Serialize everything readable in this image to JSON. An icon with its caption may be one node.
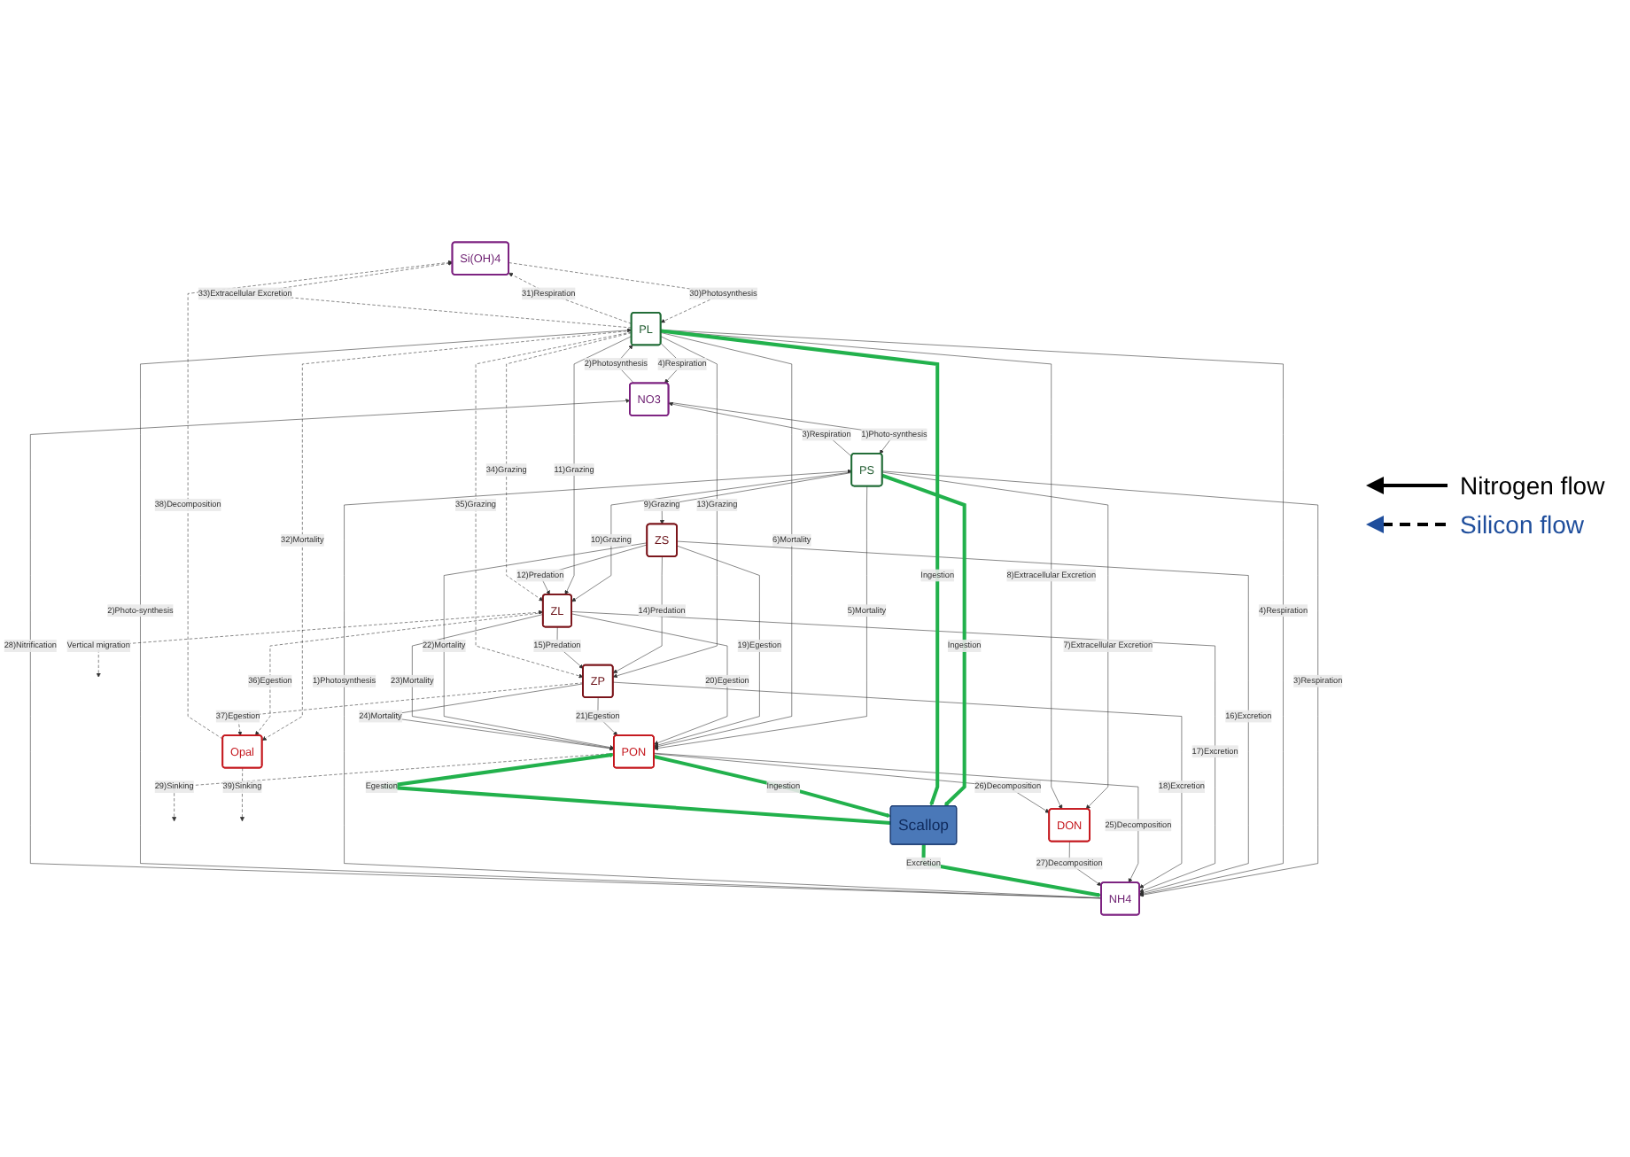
{
  "diagram": {
    "nodes": [
      {
        "text": [
          "Si(OH)4"
        ]
      },
      {
        "text": [
          "Opal"
        ]
      },
      {
        "text": [
          "ZP"
        ]
      },
      {
        "text": [
          "NO3"
        ]
      },
      {
        "text": [
          "PL"
        ]
      },
      {
        "text": [
          "ZL"
        ]
      },
      {
        "text": [
          "NH4"
        ]
      },
      {
        "text": [
          "PS"
        ]
      },
      {
        "text": [
          "ZS"
        ]
      },
      {
        "text": [
          "DON"
        ]
      },
      {
        "text": [
          "PON"
        ]
      },
      {
        "text": [
          "Scallop"
        ]
      }
    ],
    "edges": [
      {
        "from": 6,
        "to": 7,
        "arrow": "to",
        "label": "1)Photosynthesis"
      },
      {
        "from": 3,
        "to": 7,
        "arrow": "to",
        "label": "1)Photo-synthesis"
      },
      {
        "from": 3,
        "to": 4,
        "arrow": "to",
        "label": "2)Photosynthesis"
      },
      {
        "from": 6,
        "to": 4,
        "arrow": "to",
        "label": "2)Photo-synthesis"
      },
      {
        "from": 7,
        "to": 6,
        "arrow": "to",
        "label": "3)Respiration"
      },
      {
        "from": 7,
        "to": 3,
        "arrow": "to",
        "label": "3)Respiration"
      },
      {
        "from": 4,
        "to": 3,
        "arrow": "to",
        "label": "4)Respiration"
      },
      {
        "from": 4,
        "to": 6,
        "arrow": "to",
        "label": "4)Respiration"
      },
      {
        "from": 7,
        "to": 10,
        "arrow": "to",
        "label": "5)Mortality"
      },
      {
        "from": 4,
        "to": 10,
        "arrow": "to",
        "label": "6)Mortality"
      },
      {
        "from": 7,
        "to": 9,
        "arrow": "to",
        "label": "7)Extracellular Excretion"
      },
      {
        "from": 4,
        "to": 9,
        "arrow": "to",
        "label": "8)Extracellular Excretion"
      },
      {
        "from": 7,
        "to": 8,
        "arrow": "to",
        "label": "9)Grazing"
      },
      {
        "from": 7,
        "to": 5,
        "arrow": "to",
        "label": "10)Grazing"
      },
      {
        "from": 4,
        "to": 5,
        "arrow": "to",
        "label": "11)Grazing"
      },
      {
        "from": 8,
        "to": 5,
        "arrow": "to",
        "label": "12)Predation"
      },
      {
        "from": 4,
        "to": 2,
        "arrow": "to",
        "label": "13)Grazing"
      },
      {
        "from": 8,
        "to": 2,
        "arrow": "to",
        "label": "14)Predation"
      },
      {
        "from": 5,
        "to": 2,
        "arrow": "to",
        "label": "15)Predation"
      },
      {
        "from": 8,
        "to": 6,
        "arrow": "to",
        "label": "16)Excretion"
      },
      {
        "from": 5,
        "to": 6,
        "arrow": "to",
        "label": "17)Excretion"
      },
      {
        "from": 2,
        "to": 6,
        "arrow": "to",
        "label": "18)Excretion"
      },
      {
        "from": 8,
        "to": 10,
        "arrow": "to",
        "label": "19)Egestion"
      },
      {
        "from": 5,
        "to": 10,
        "arrow": "to",
        "label": "20)Egestion"
      },
      {
        "from": 2,
        "to": 10,
        "arrow": "to",
        "label": "21)Egestion"
      },
      {
        "from": 8,
        "to": 10,
        "arrow": "to",
        "label": "22)Mortality"
      },
      {
        "from": 5,
        "to": 10,
        "arrow": "to",
        "label": "23)Mortality"
      },
      {
        "from": 2,
        "to": 10,
        "arrow": "to",
        "label": "24)Mortality"
      },
      {
        "from": 10,
        "to": 6,
        "arrow": "to",
        "label": "25)Decomposition"
      },
      {
        "from": 10,
        "to": 9,
        "arrow": "to",
        "label": "26)Decomposition"
      },
      {
        "from": 9,
        "to": 6,
        "arrow": "to",
        "label": "27)Decomposition"
      },
      {
        "from": 6,
        "to": 3,
        "arrow": "to",
        "label": "28)Nitrification"
      },
      {
        "from": 10,
        "to": null,
        "arrow": "to",
        "label": "29)Sinking",
        "style": "dashed"
      },
      {
        "from": 0,
        "to": 4,
        "arrow": "to",
        "label": "30)Photosynthesis",
        "style": "dashed"
      },
      {
        "from": 4,
        "to": 0,
        "arrow": "to",
        "label": "31)Respiration",
        "style": "dashed"
      },
      {
        "from": 4,
        "to": 1,
        "arrow": "to",
        "label": "32)Mortality",
        "style": "dashed"
      },
      {
        "from": 4,
        "to": 0,
        "arrow": "to",
        "label": "33)Extracellular Excretion",
        "style": "dashed"
      },
      {
        "from": 4,
        "to": 5,
        "arrow": "to",
        "label": "34)Grazing",
        "style": "dashed"
      },
      {
        "from": 4,
        "to": 2,
        "arrow": "to",
        "label": "35)Grazing",
        "style": "dashed"
      },
      {
        "from": 5,
        "to": 1,
        "arrow": "to",
        "label": "36)Egestion",
        "style": "dashed"
      },
      {
        "from": 2,
        "to": 1,
        "arrow": "to",
        "label": "37)Egestion",
        "style": "dashed"
      },
      {
        "from": 1,
        "to": 0,
        "arrow": "to",
        "label": "38)Decomposition",
        "style": "dashed"
      },
      {
        "from": 1,
        "to": null,
        "arrow": "to",
        "label": "39)Sinking",
        "style": "dashed"
      },
      {
        "from": 5,
        "to": null,
        "arrow": "both",
        "label": "Vertical migration",
        "style": "dashed"
      },
      {
        "from": 11,
        "to": 6,
        "arrow": "to",
        "label": "Excretion",
        "style": "thick",
        "color": "#22b14c"
      },
      {
        "from": 7,
        "to": 11,
        "arrow": "to",
        "label": "Ingestion",
        "style": "thick",
        "color": "#22b14c"
      },
      {
        "from": 4,
        "to": 11,
        "arrow": "to",
        "label": "Ingestion",
        "style": "thick",
        "color": "#22b14c"
      },
      {
        "from": 10,
        "to": 11,
        "arrow": "to",
        "label": "Ingestion",
        "style": "thick",
        "color": "#22b14c"
      },
      {
        "from": 11,
        "to": 10,
        "arrow": "to",
        "label": "Egestion",
        "style": "thick",
        "color": "#22b14c"
      }
    ],
    "legend": [
      {
        "text": "Nitrogen flow"
      },
      {
        "text": "Silicon flow"
      }
    ]
  }
}
